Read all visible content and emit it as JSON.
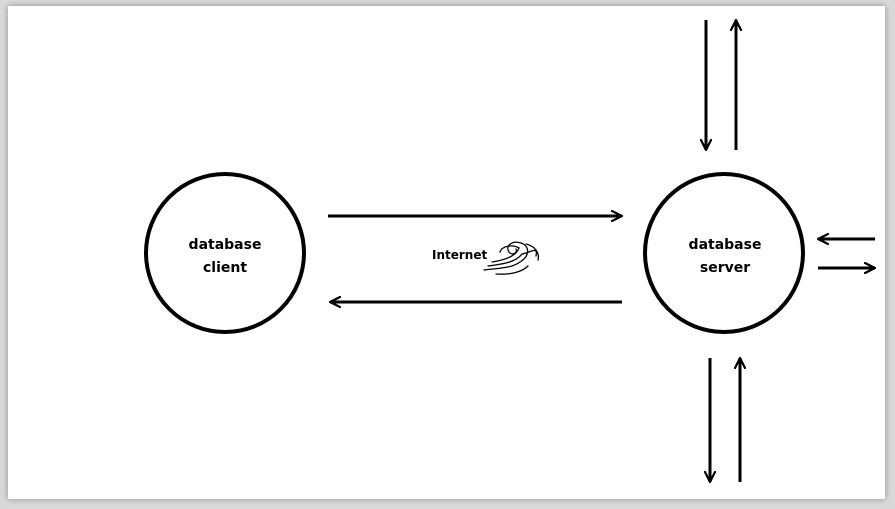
{
  "diagram": {
    "nodes": {
      "client": {
        "line1": "database",
        "line2": "client"
      },
      "server": {
        "line1": "database",
        "line2": "server"
      }
    },
    "link_label": "Internet",
    "link_icon": "internet-swirl-icon",
    "colors": {
      "stroke": "#000000",
      "background": "#ffffff"
    }
  }
}
